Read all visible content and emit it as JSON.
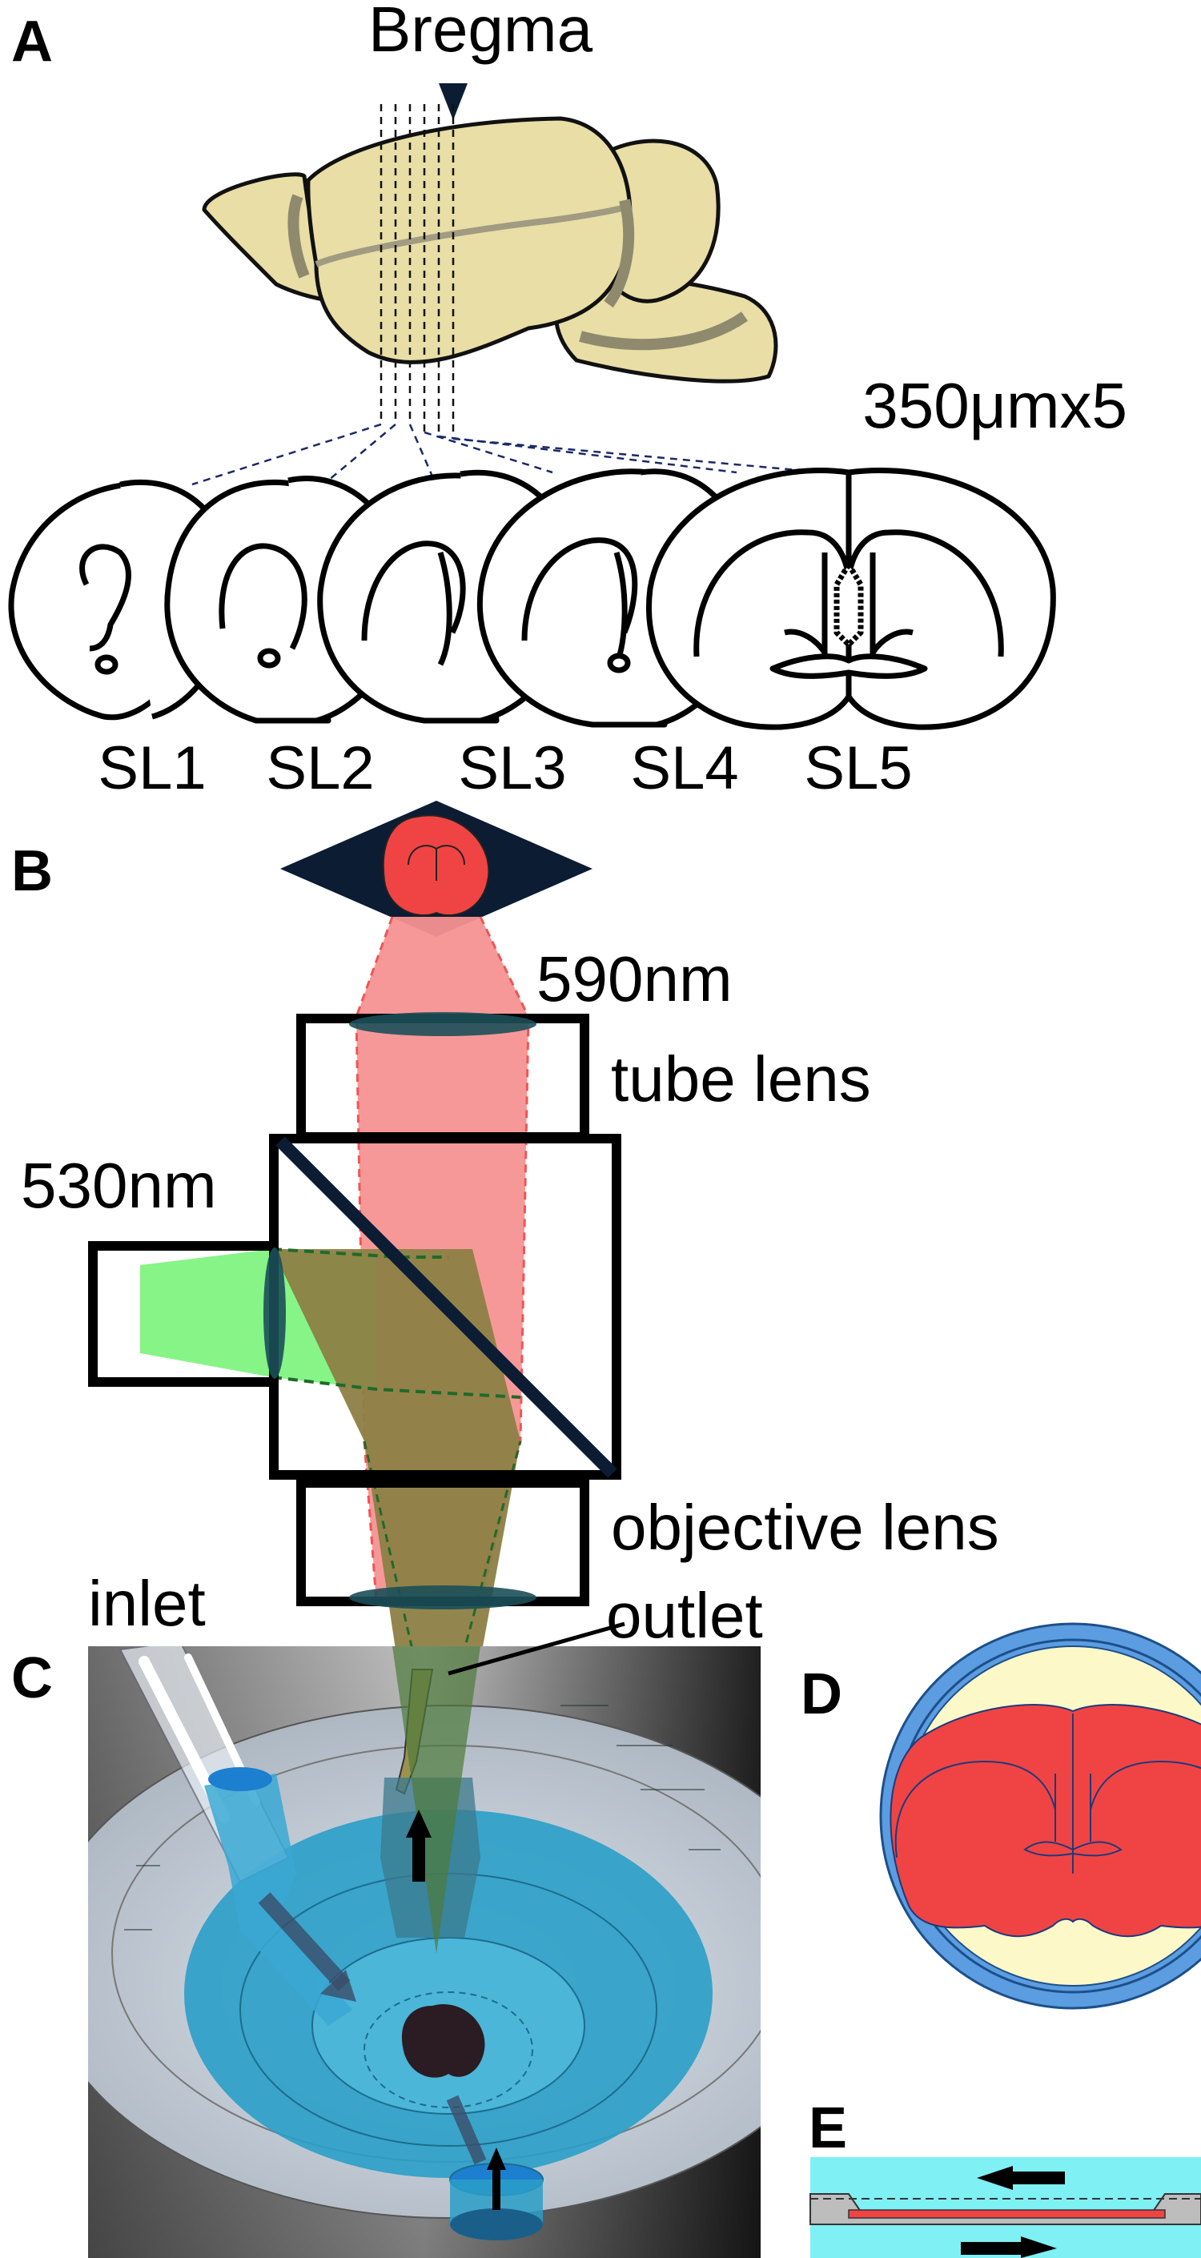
{
  "panels": {
    "a": {
      "letter": "A",
      "bregma_label": "Bregma",
      "thickness_label": "350μmx5",
      "slices": [
        "SL1",
        "SL2",
        "SL3",
        "SL4",
        "SL5"
      ]
    },
    "b": {
      "letter": "B",
      "emission_label": "590nm",
      "excitation_label": "530nm",
      "tube_lens_label": "tube lens",
      "objective_label": "objective lens"
    },
    "c": {
      "letter": "C",
      "inlet_label": "inlet",
      "outlet_label": "outlet"
    },
    "d": {
      "letter": "D"
    },
    "e": {
      "letter": "E"
    }
  },
  "colors": {
    "brain_tan": "#e8dea6",
    "brain_shadow": "#8f8a6e",
    "slice_red": "#f04444",
    "emission_light": "#f79292",
    "excitation_light": "#86f486",
    "mixed_light": "#8c8045",
    "lens_teal": "#1b4f59",
    "chamber_blue": "#2a9fc8",
    "ring_blue": "#5b9de0",
    "slice_bg_yellow": "#fdf8c8",
    "perfusion_cyan": "#7ff0f4",
    "dark_navy": "#0b1c33"
  }
}
